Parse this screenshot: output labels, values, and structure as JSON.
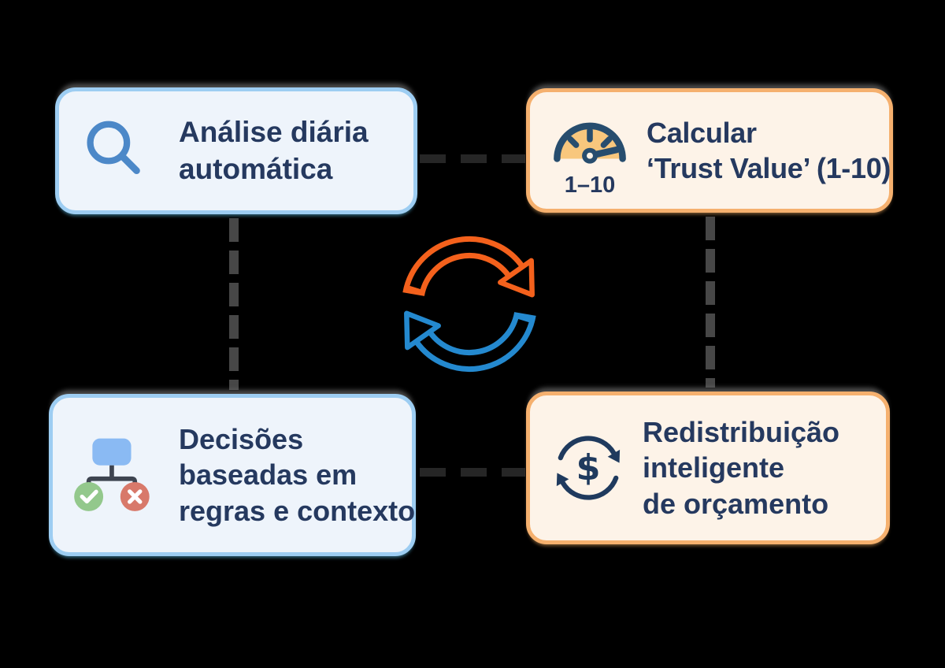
{
  "page": {
    "background_color": "#000000",
    "type": "infographic-cycle-diagram"
  },
  "colors": {
    "card_blue_bg": "#eef4fb",
    "card_blue_border": "#9dcdf2",
    "card_orange_bg": "#fdf3e8",
    "card_orange_border": "#f5b06e",
    "text_navy": "#25395f",
    "arrow_orange": "#f4611c",
    "arrow_blue": "#2489cf",
    "connector_dash_gray": "#474747",
    "magnifier_blue": "#4c88c8",
    "gauge_fill_orange": "#f8c77d",
    "icon_navy": "#274d6e",
    "tree_node_blue": "#8abaf3",
    "tree_line_gray": "#3d4450",
    "check_green": "#93c88c",
    "cross_red": "#d8796a"
  },
  "cards": {
    "top_left": {
      "icon": "magnifier-search-icon",
      "lines": [
        "Análise diária",
        "automática"
      ]
    },
    "top_right": {
      "icon": "gauge-meter-icon",
      "icon_label": "1–10",
      "lines": [
        "Calcular",
        "‘Trust Value’ (1-10)"
      ]
    },
    "bottom_left": {
      "icon": "decision-tree-icon",
      "lines": [
        "Decisões",
        "baseadas em",
        "regras e contexto"
      ]
    },
    "bottom_right": {
      "icon": "dollar-cycle-icon",
      "icon_glyph": "$",
      "lines": [
        "Redistribuição",
        "inteligente",
        "de orçamento"
      ]
    }
  },
  "center": {
    "icon": "sync-cycle-arrows-icon"
  }
}
